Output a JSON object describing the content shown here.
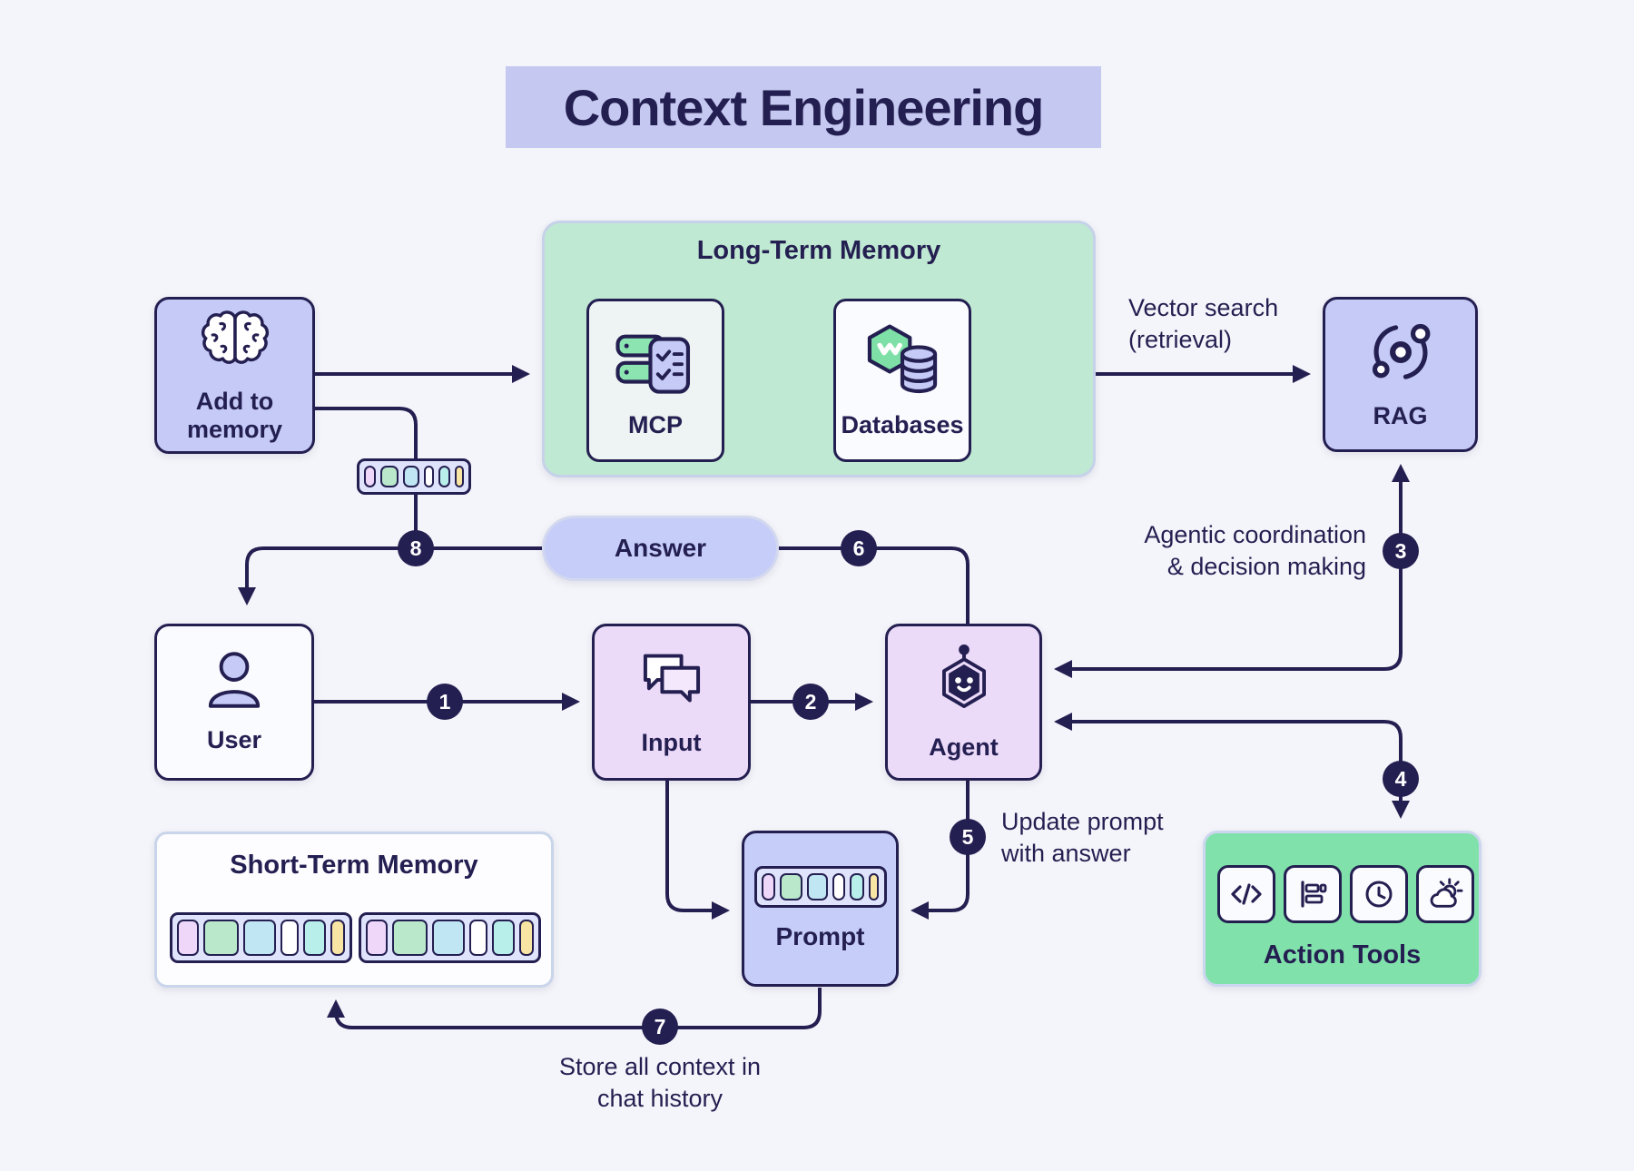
{
  "title": "Context Engineering",
  "steps": [
    "1",
    "2",
    "3",
    "4",
    "5",
    "6",
    "7",
    "8"
  ],
  "nodes": {
    "add_memory": {
      "label": "Add to memory"
    },
    "long_term_memory": {
      "title": "Long-Term Memory",
      "mcp_label": "MCP",
      "databases_label": "Databases"
    },
    "rag": {
      "label": "RAG"
    },
    "answer": {
      "label": "Answer"
    },
    "user": {
      "label": "User"
    },
    "input": {
      "label": "Input"
    },
    "agent": {
      "label": "Agent"
    },
    "prompt": {
      "label": "Prompt"
    },
    "short_term_memory": {
      "title": "Short-Term Memory"
    },
    "action_tools": {
      "label": "Action Tools"
    }
  },
  "annotations": {
    "vector_search": {
      "line1": "Vector search",
      "line2": "(retrieval)"
    },
    "agentic": {
      "line1": "Agentic coordination",
      "line2": "& decision making"
    },
    "update_prompt": {
      "line1": "Update prompt",
      "line2": "with answer"
    },
    "store_context": {
      "line1": "Store all context in",
      "line2": "chat history"
    }
  },
  "icons": {
    "add_memory": "brain-icon",
    "user": "person-icon",
    "input": "chat-bubbles-icon",
    "agent": "robot-icon",
    "rag": "orbit-icon",
    "mcp": "server-checklist-icon",
    "databases": "hexagon-database-icon",
    "action_tools": [
      "code-icon",
      "bar-chart-icon",
      "clock-icon",
      "weather-icon"
    ]
  },
  "colors": {
    "background": "#f4f5fa",
    "ink": "#241f51",
    "title_highlight": "#c5c8f0",
    "periwinkle": "#c5cbf6",
    "mint_panel": "#bfe9d2",
    "green_panel": "#81e1ab",
    "green_accent": "#7ee0a7",
    "lilac": "#ecdaf9",
    "card_white": "#fafbff"
  },
  "token_palette": {
    "pink": "#eed7f9",
    "green": "#b9e8cb",
    "blue": "#c0e5f3",
    "white": "#ffffff",
    "cyan": "#b9efeb",
    "yellow": "#f8e4a3"
  },
  "token_weights": [
    1.1,
    2.0,
    1.8,
    0.9,
    1.15,
    0.7
  ],
  "strips": {
    "memory": [
      "pink",
      "green",
      "blue",
      "white",
      "cyan",
      "yellow"
    ],
    "prompt": [
      "pink",
      "green",
      "blue",
      "white",
      "cyan",
      "yellow"
    ],
    "stm_a": [
      "pink",
      "green",
      "blue",
      "white",
      "cyan",
      "yellow"
    ],
    "stm_b": [
      "pink",
      "green",
      "blue",
      "white",
      "cyan",
      "yellow"
    ]
  }
}
